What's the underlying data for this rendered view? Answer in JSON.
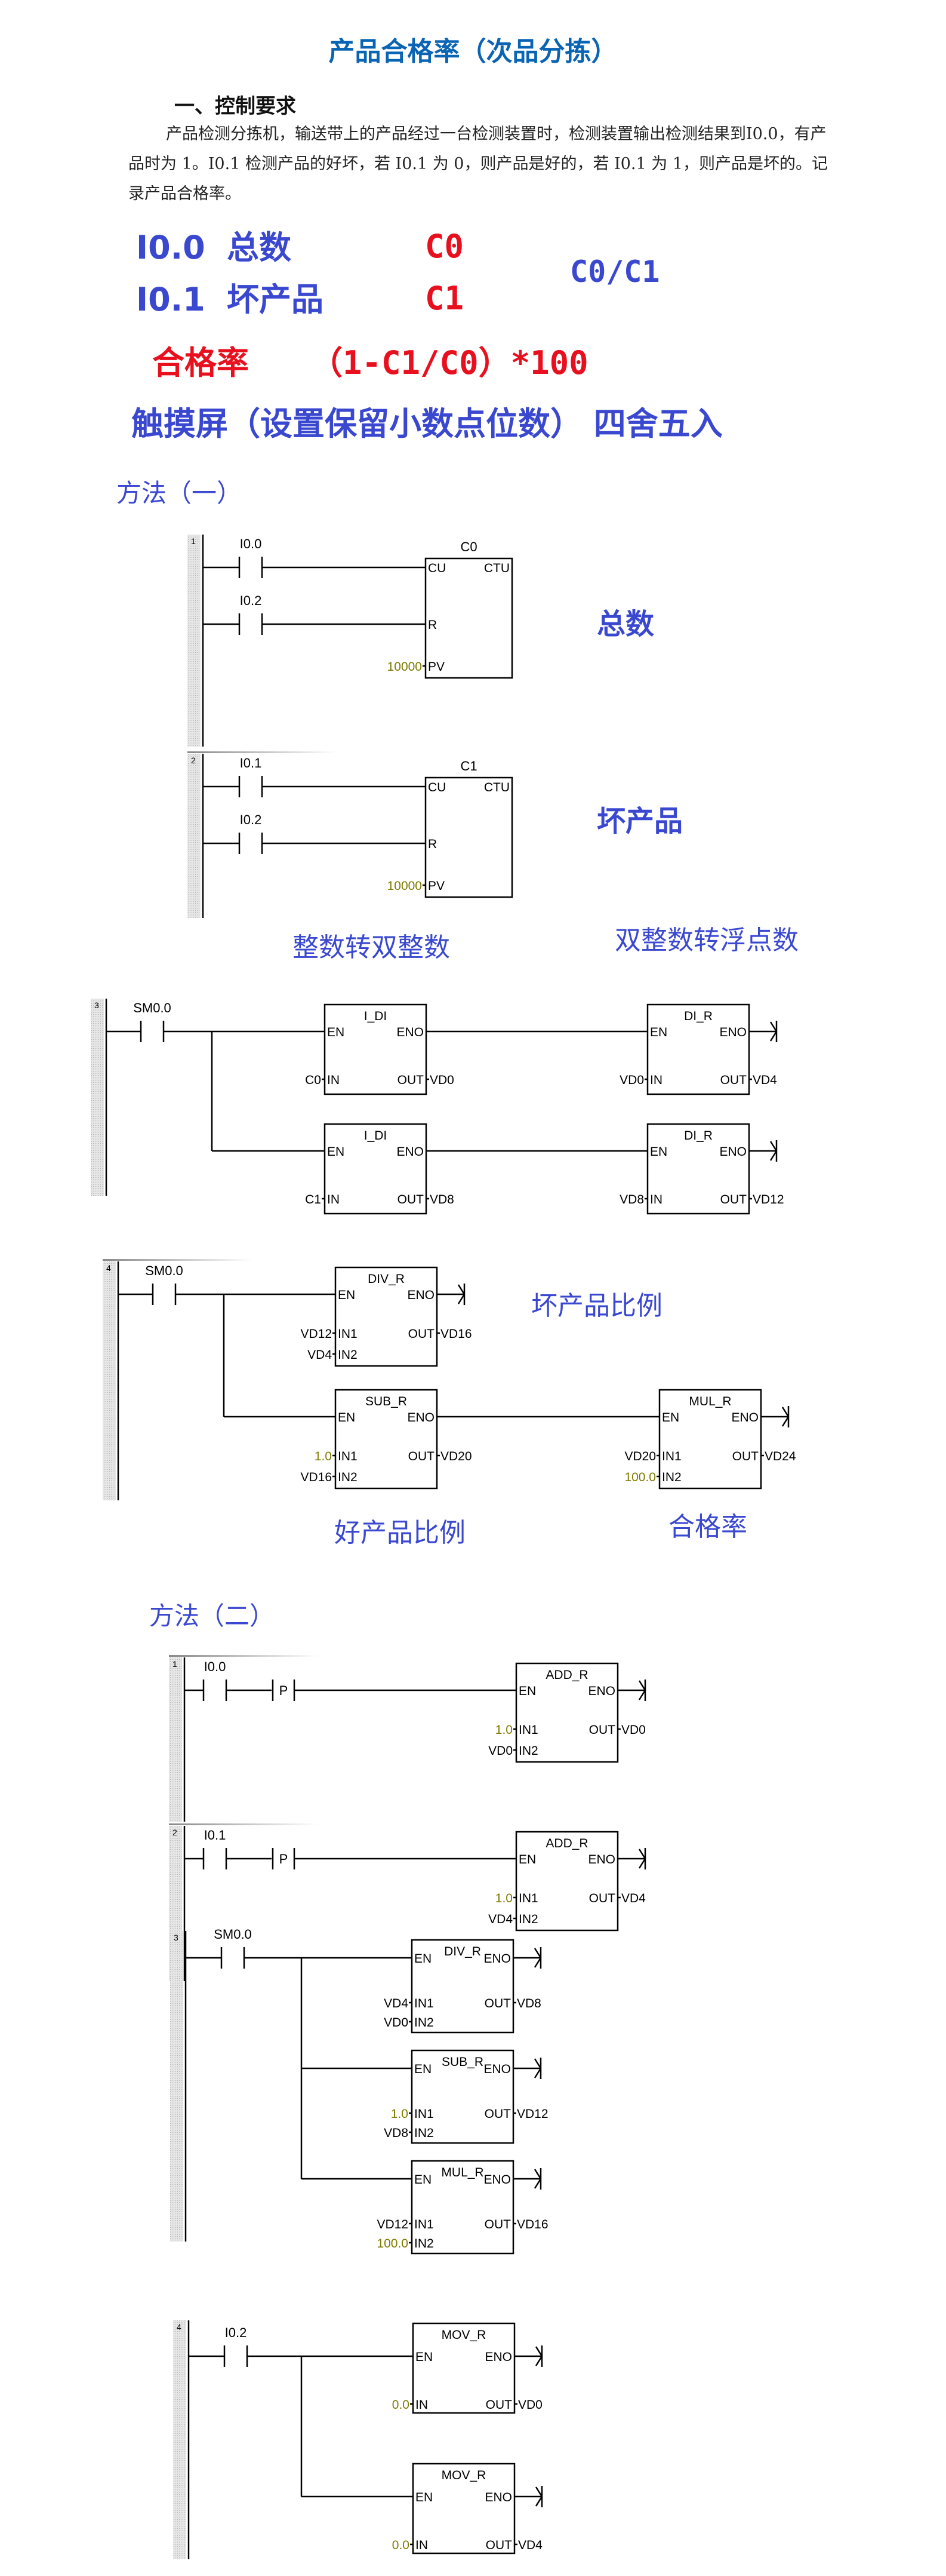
{
  "document": {
    "title": "产品合格率（次品分拣）",
    "section_heading": "一、控制要求",
    "paragraph": "产品检测分拣机，输送带上的产品经过一台检测装置时，检测装置输出检测结果到I0.0，有产品时为 1。I0.1 检测产品的好坏，若 I0.1 为 0，则产品是好的，若 I0.1 为 1，则产品是坏的。记录产品合格率。"
  },
  "notes": {
    "line1_addr": "I0.0",
    "line1_label": "总数",
    "line1_counter": "C0",
    "line2_addr": "I0.1",
    "line2_label": "坏产品",
    "line2_counter": "C1",
    "ratio": "C0/C1",
    "formula_label": "合格率",
    "formula": "（1-C1/C0）*100",
    "hmi_note": "触摸屏（设置保留小数点位数）  四舍五入"
  },
  "method1": {
    "heading": "方法（一）",
    "annotations": {
      "total": "总数",
      "bad": "坏产品",
      "int_to_dint": "整数转双整数",
      "dint_to_real": "双整数转浮点数",
      "bad_ratio": "坏产品比例",
      "good_ratio": "好产品比例",
      "pass_rate": "合格率"
    }
  },
  "method2": {
    "heading": "方法（二）"
  },
  "colors": {
    "title": "#0a64b4",
    "annotation_blue": "#3a48d0",
    "formula_red": "#e8101e",
    "constant_olive": "#7f7a00",
    "gutter_gray": "#c8c8c8"
  },
  "ladder": {
    "m1n1": {
      "number": "1",
      "contact1": "I0.0",
      "contact2": "I0.2",
      "box_name": "C0",
      "box_type": "CTU",
      "pin_cu": "CU",
      "pin_r": "R",
      "pin_pv": "PV",
      "pv_value": "10000"
    },
    "m1n2": {
      "number": "2",
      "contact1": "I0.1",
      "contact2": "I0.2",
      "box_name": "C1",
      "box_type": "CTU",
      "pin_cu": "CU",
      "pin_r": "R",
      "pin_pv": "PV",
      "pv_value": "10000"
    },
    "m1n3": {
      "number": "3",
      "contact": "SM0.0",
      "boxes": [
        {
          "name": "I_DI",
          "in": "C0",
          "out": "VD0"
        },
        {
          "name": "DI_R",
          "in": "VD0",
          "out": "VD4"
        },
        {
          "name": "I_DI",
          "in": "C1",
          "out": "VD8"
        },
        {
          "name": "DI_R",
          "in": "VD8",
          "out": "VD12"
        }
      ]
    },
    "m1n4": {
      "number": "4",
      "contact": "SM0.0",
      "boxes": [
        {
          "name": "DIV_R",
          "in1": "VD12",
          "in2": "VD4",
          "out": "VD16"
        },
        {
          "name": "SUB_R",
          "in1": "1.0",
          "in2": "VD16",
          "out": "VD20"
        },
        {
          "name": "MUL_R",
          "in1": "VD20",
          "in2": "100.0",
          "out": "VD24"
        }
      ]
    },
    "m2n1": {
      "number": "1",
      "contact": "I0.0",
      "edge": "P",
      "box": {
        "name": "ADD_R",
        "in1": "1.0",
        "in2": "VD0",
        "out": "VD0"
      }
    },
    "m2n2": {
      "number": "2",
      "contact": "I0.1",
      "edge": "P",
      "box": {
        "name": "ADD_R",
        "in1": "1.0",
        "in2": "VD4",
        "out": "VD4"
      }
    },
    "m2n3": {
      "number": "3",
      "contact": "SM0.0",
      "boxes": [
        {
          "name": "DIV_R",
          "in1": "VD4",
          "in2": "VD0",
          "out": "VD8"
        },
        {
          "name": "SUB_R",
          "in1": "1.0",
          "in2": "VD8",
          "out": "VD12"
        },
        {
          "name": "MUL_R",
          "in1": "VD12",
          "in2": "100.0",
          "out": "VD16"
        }
      ]
    },
    "m2n4": {
      "number": "4",
      "contact": "I0.2",
      "boxes": [
        {
          "name": "MOV_R",
          "in": "0.0",
          "out": "VD0"
        },
        {
          "name": "MOV_R",
          "in": "0.0",
          "out": "VD4"
        }
      ]
    },
    "pins": {
      "en": "EN",
      "eno": "ENO",
      "in": "IN",
      "in1": "IN1",
      "in2": "IN2",
      "out": "OUT"
    }
  }
}
